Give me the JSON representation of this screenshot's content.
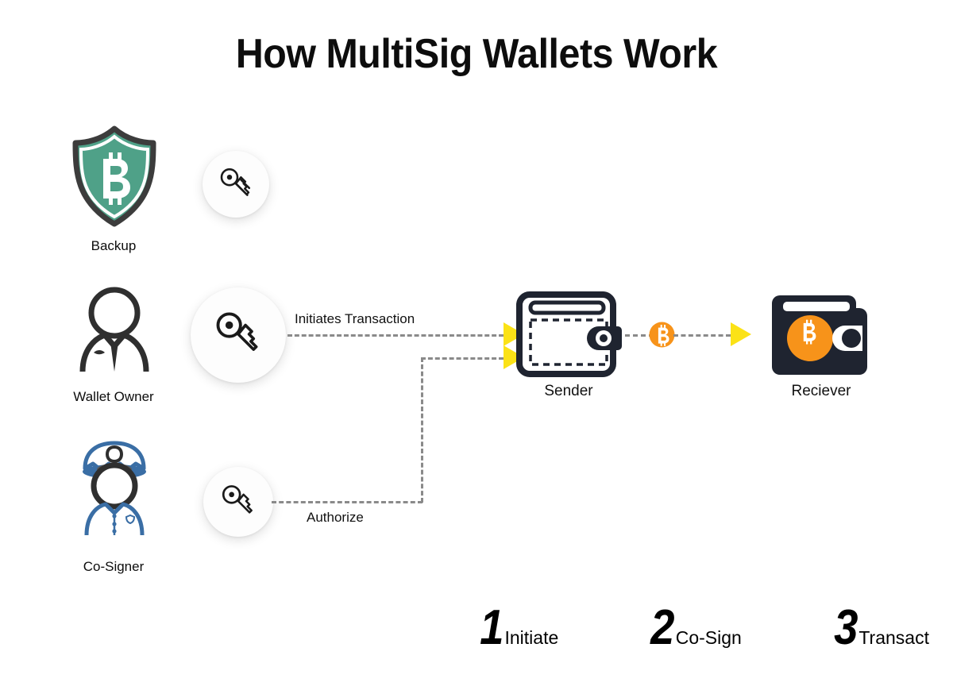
{
  "page": {
    "title": "How MultiSig Wallets Work",
    "background": "#ffffff"
  },
  "colors": {
    "shield_green": "#4FA188",
    "shield_outline": "#3c3c3c",
    "bitcoin_orange": "#F7931A",
    "arrow_yellow": "#FBE216",
    "dash_gray": "#8a8a8a",
    "wallet_dark": "#1F2430",
    "cosigner_blue": "#3A6EA5",
    "text_dark": "#111111"
  },
  "actors": [
    {
      "id": "backup",
      "label": "Backup",
      "icon": "shield-bitcoin-icon",
      "key_icon": "key-icon"
    },
    {
      "id": "wallet-owner",
      "label": "Wallet Owner",
      "icon": "businessman-icon",
      "key_icon": "key-icon"
    },
    {
      "id": "co-signer",
      "label": "Co-Signer",
      "icon": "police-officer-icon",
      "key_icon": "key-icon"
    }
  ],
  "nodes": [
    {
      "id": "sender",
      "label": "Sender",
      "icon": "wallet-outline-icon"
    },
    {
      "id": "reciever",
      "label": "Reciever",
      "icon": "wallet-filled-bitcoin-icon"
    }
  ],
  "flows": [
    {
      "id": "initiates",
      "label": "Initiates Transaction",
      "from": "wallet-owner",
      "to": "sender"
    },
    {
      "id": "authorize",
      "label": "Authorize",
      "from": "co-signer",
      "to": "sender"
    },
    {
      "id": "transact",
      "label": "",
      "from": "sender",
      "to": "reciever",
      "coin_icon": "bitcoin-coin-icon"
    }
  ],
  "legend": [
    {
      "number": "1",
      "text": "Initiate"
    },
    {
      "number": "2",
      "text": "Co-Sign"
    },
    {
      "number": "3",
      "text": "Transact"
    }
  ]
}
